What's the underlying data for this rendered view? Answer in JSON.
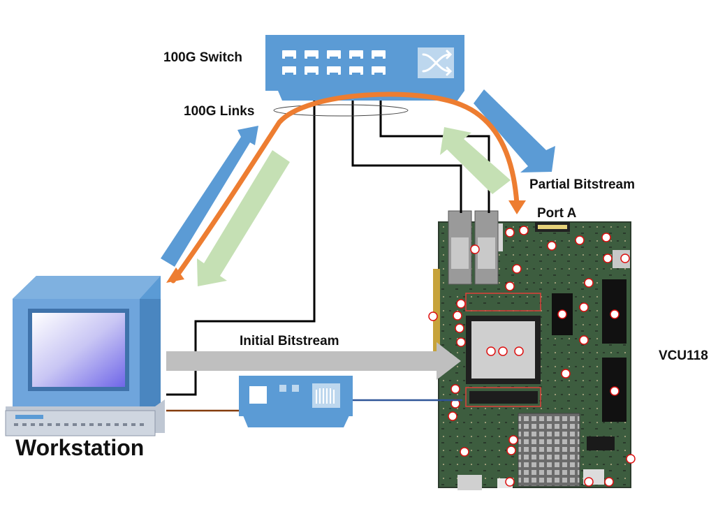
{
  "labels": {
    "switch": "100G Switch",
    "links": "100G Links",
    "partial_bitstream": "Partial Bitstream",
    "port_a": "Port A",
    "initial_bitstream": "Initial Bitstream",
    "board": "VCU118",
    "workstation": "Workstation"
  },
  "colors": {
    "switch_blue": "#5b9bd5",
    "link_orange": "#ed7d31",
    "arrow_green": "#c5e0b4",
    "arrow_gray": "#bfbfbf",
    "board_green": "#3c5a3c",
    "cable_brown": "#843c0c",
    "cable_blue": "#2f5597"
  },
  "icons": [
    "switch-icon",
    "workstation-icon",
    "programmer-icon",
    "fpga-board-icon"
  ]
}
